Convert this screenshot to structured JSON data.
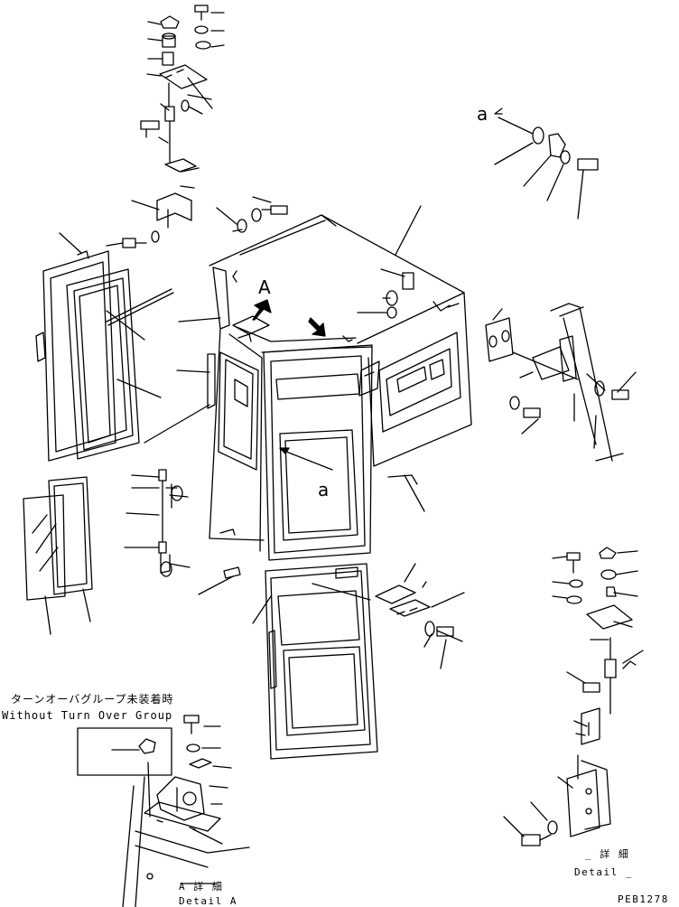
{
  "labels": {
    "view_a": "A",
    "ref_a_top": "a",
    "ref_a_mid": "a",
    "note_jp": "ターンオーバグループ未装着時",
    "note_en": "Without Turn Over Group",
    "detail_a_jp": "A 詳 細",
    "detail_a_en": "Detail A",
    "detail_b_jp": "_ 詳 細",
    "detail_b_en": "Detail _",
    "drawing_no": "PEB1278"
  }
}
